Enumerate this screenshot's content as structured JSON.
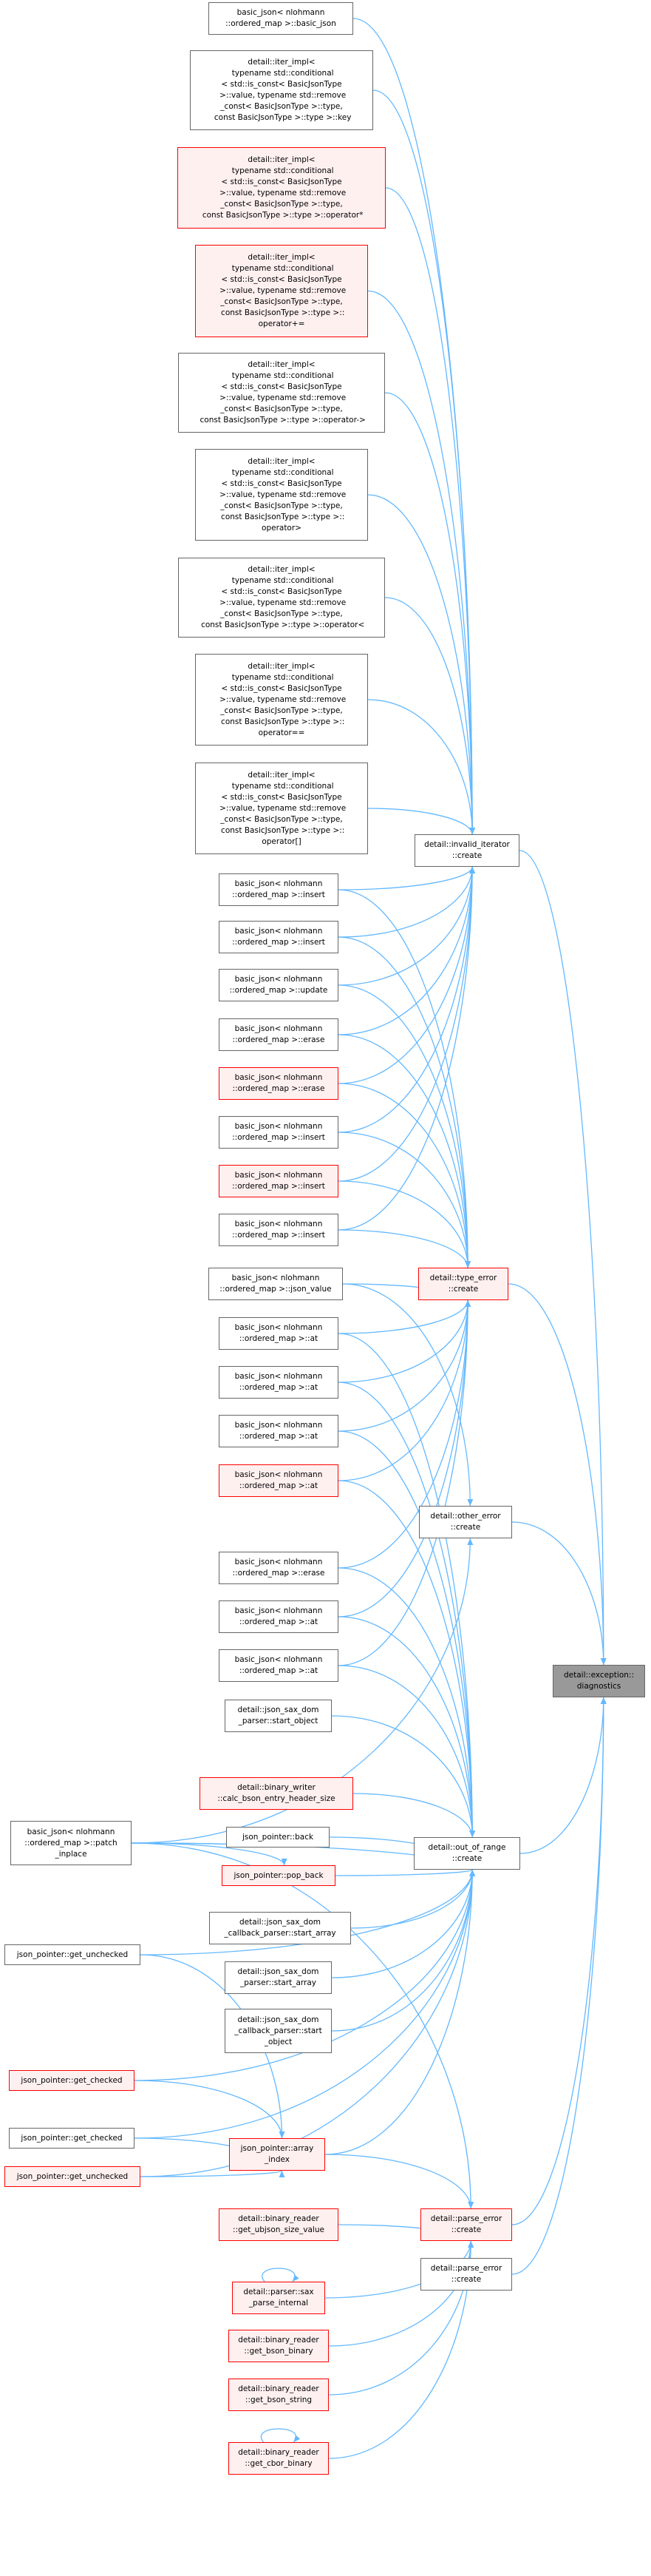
{
  "nodes": {
    "n_basic_json": "basic_json< nlohmann\n::ordered_map >::basic_json",
    "n_iter_key": "detail::iter_impl<\n typename std::conditional\n< std::is_const< BasicJsonType\n >::value, typename std::remove\n_const< BasicJsonType >::type,\n const BasicJsonType >::type >::key",
    "n_iter_op_star": "detail::iter_impl<\n typename std::conditional\n< std::is_const< BasicJsonType\n >::value, typename std::remove\n_const< BasicJsonType >::type,\n const BasicJsonType >::type >::operator*",
    "n_iter_op_pluseq": "detail::iter_impl<\n typename std::conditional\n< std::is_const< BasicJsonType\n >::value, typename std::remove\n_const< BasicJsonType >::type,\n const BasicJsonType >::type >::\noperator+=",
    "n_iter_op_arrow": "detail::iter_impl<\n typename std::conditional\n< std::is_const< BasicJsonType\n >::value, typename std::remove\n_const< BasicJsonType >::type,\n const BasicJsonType >::type >::operator->",
    "n_iter_op_gt": "detail::iter_impl<\n typename std::conditional\n< std::is_const< BasicJsonType\n >::value, typename std::remove\n_const< BasicJsonType >::type,\n const BasicJsonType >::type >::\noperator>",
    "n_iter_op_lt": "detail::iter_impl<\n typename std::conditional\n< std::is_const< BasicJsonType\n >::value, typename std::remove\n_const< BasicJsonType >::type,\n const BasicJsonType >::type >::operator<",
    "n_iter_op_eq": "detail::iter_impl<\n typename std::conditional\n< std::is_const< BasicJsonType\n >::value, typename std::remove\n_const< BasicJsonType >::type,\n const BasicJsonType >::type >::\noperator==",
    "n_iter_op_idx": "detail::iter_impl<\n typename std::conditional\n< std::is_const< BasicJsonType\n >::value, typename std::remove\n_const< BasicJsonType >::type,\n const BasicJsonType >::type >::\noperator[]",
    "n_invalid_iterator_create": "detail::invalid_iterator\n::create",
    "n_insert1": "basic_json< nlohmann\n::ordered_map >::insert",
    "n_insert2": "basic_json< nlohmann\n::ordered_map >::insert",
    "n_update": "basic_json< nlohmann\n::ordered_map >::update",
    "n_erase1": "basic_json< nlohmann\n::ordered_map >::erase",
    "n_erase2": "basic_json< nlohmann\n::ordered_map >::erase",
    "n_insert3": "basic_json< nlohmann\n::ordered_map >::insert",
    "n_insert4": "basic_json< nlohmann\n::ordered_map >::insert",
    "n_insert5": "basic_json< nlohmann\n::ordered_map >::insert",
    "n_type_error_create": "detail::type_error\n::create",
    "n_json_value": "basic_json< nlohmann\n::ordered_map >::json_value",
    "n_at1": "basic_json< nlohmann\n::ordered_map >::at",
    "n_at2": "basic_json< nlohmann\n::ordered_map >::at",
    "n_at3": "basic_json< nlohmann\n::ordered_map >::at",
    "n_at4": "basic_json< nlohmann\n::ordered_map >::at",
    "n_other_error_create": "detail::other_error\n::create",
    "n_erase3": "basic_json< nlohmann\n::ordered_map >::erase",
    "n_at5": "basic_json< nlohmann\n::ordered_map >::at",
    "n_at6": "basic_json< nlohmann\n::ordered_map >::at",
    "n_exception_diagnostics": "detail::exception::\ndiagnostics",
    "n_sax_dom_start_object": "detail::json_sax_dom\n_parser::start_object",
    "n_calc_bson": "detail::binary_writer\n::calc_bson_entry_header_size",
    "n_patch_inplace": "basic_json< nlohmann\n::ordered_map >::patch\n_inplace",
    "n_json_pointer_back": "json_pointer::back",
    "n_out_of_range_create": "detail::out_of_range\n::create",
    "n_json_pointer_pop_back": "json_pointer::pop_back",
    "n_sax_cb_start_array": "detail::json_sax_dom\n_callback_parser::start_array",
    "n_get_unchecked1": "json_pointer::get_unchecked",
    "n_sax_dom_start_array": "detail::json_sax_dom\n_parser::start_array",
    "n_sax_cb_start_object": "detail::json_sax_dom\n_callback_parser::start\n_object",
    "n_get_checked1": "json_pointer::get_checked",
    "n_get_checked2": "json_pointer::get_checked",
    "n_array_index": "json_pointer::array\n_index",
    "n_get_unchecked2": "json_pointer::get_unchecked",
    "n_get_ubjson_size": "detail::binary_reader\n::get_ubjson_size_value",
    "n_parse_error_create1": "detail::parse_error\n::create",
    "n_parse_error_create2": "detail::parse_error\n::create",
    "n_sax_parse_internal": "detail::parser::sax\n_parse_internal",
    "n_get_bson_binary": "detail::binary_reader\n::get_bson_binary",
    "n_get_bson_string": "detail::binary_reader\n::get_bson_string",
    "n_get_cbor_binary": "detail::binary_reader\n::get_cbor_binary"
  },
  "colors": {
    "edge": "#63b8ff",
    "red_border": "#ff0000",
    "red_fill": "#fff0f0",
    "target_fill": "#999999",
    "node_border": "#666666"
  }
}
